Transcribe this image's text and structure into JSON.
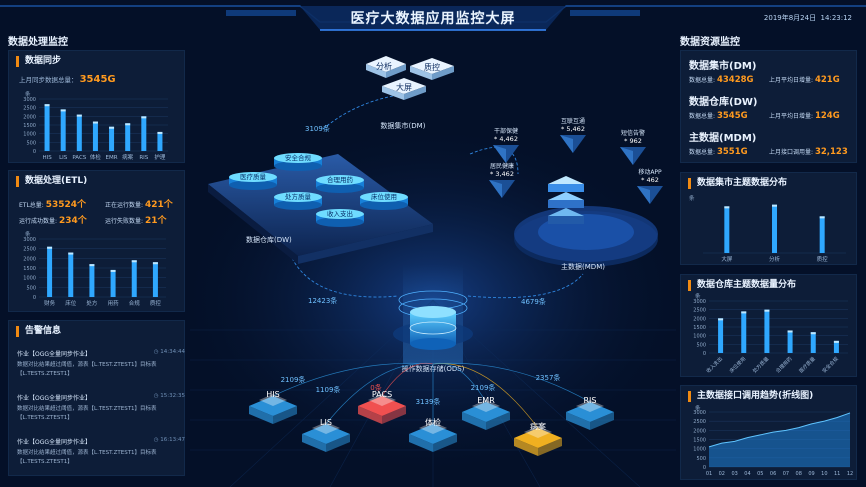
{
  "header": {
    "title": "医疗大数据应用监控大屏",
    "date": "2019年8月24日",
    "time": "14:23:12"
  },
  "left": {
    "section_title": "数据处理监控",
    "sync": {
      "title": "数据同步",
      "summary_label": "上月同步数据总量：",
      "summary_value": "3545G",
      "unit_label": "条",
      "y_ticks": [
        "3000",
        "2500",
        "2000",
        "1500",
        "1000",
        "500",
        "0"
      ],
      "categories": [
        "HIS",
        "LIS",
        "PACS",
        "体检",
        "EMR",
        "病案",
        "RIS",
        "护理"
      ],
      "values": [
        2700,
        2400,
        2100,
        1700,
        1400,
        1600,
        2000,
        1100
      ]
    },
    "etl": {
      "title": "数据处理(ETL)",
      "total_label": "ETL总量:",
      "total_value": "53524个",
      "running_label": "正在运行数量:",
      "running_value": "421个",
      "success_label": "运行成功数量:",
      "success_value": "234个",
      "fail_label": "运行失败数量:",
      "fail_value": "21个",
      "unit_label": "条",
      "y_ticks": [
        "3000",
        "2500",
        "2000",
        "1500",
        "1000",
        "500",
        "0"
      ],
      "categories": [
        "财务",
        "床位",
        "处方",
        "用药",
        "合规",
        "质控"
      ],
      "values": [
        2600,
        2300,
        1700,
        1400,
        1900,
        1800
      ]
    },
    "alerts": {
      "title": "告警信息",
      "items": [
        {
          "title": "作业【OGG全量同步作业】",
          "time": "14:34:44",
          "body": "数据对比结果超过阈值，源表【L.TEST.ZTEST1】目标表【L.TESTS.ZTEST1】"
        },
        {
          "title": "作业【OGG全量同步作业】",
          "time": "15:32:35",
          "body": "数据对比结果超过阈值，源表【L.TEST.ZTEST1】目标表【L.TESTS.ZTEST1】"
        },
        {
          "title": "作业【OGG全量同步作业】",
          "time": "16:13:47",
          "body": "数据对比结果超过阈值，源表【L.TEST.ZTEST1】目标表【L.TESTS.ZTEST1】"
        }
      ]
    }
  },
  "center": {
    "dm_blocks": [
      "分析",
      "质控",
      "大屏"
    ],
    "dm_label": "数据集市(DM)",
    "dw_label": "数据仓库(DW)",
    "dw_blocks": [
      "安全合规",
      "医疗质量",
      "合理用药",
      "处方质量",
      "床位使用",
      "收入支出"
    ],
    "mdm_label": "主数据(MDM)",
    "mdm_items": [
      {
        "label": "干部保健",
        "value": "4,462"
      },
      {
        "label": "互联互通",
        "value": "5,462"
      },
      {
        "label": "短信告警",
        "value": "962"
      },
      {
        "label": "居民健康",
        "value": "3,462"
      },
      {
        "label": "移动APP",
        "value": "462"
      }
    ],
    "ods_label": "操作数据存储(ODS)",
    "flow_labels": {
      "to_dm": "3109条",
      "to_dw": "12423条",
      "to_mdm": "4679条"
    },
    "sources": [
      {
        "name": "HIS",
        "count": "2109条"
      },
      {
        "name": "LIS",
        "count": "1109条"
      },
      {
        "name": "PACS",
        "count": "0条"
      },
      {
        "name": "体检",
        "count": "3139条"
      },
      {
        "name": "EMR",
        "count": "2109条"
      },
      {
        "name": "病案",
        "count": ""
      },
      {
        "name": "RIS",
        "count": "2357条"
      }
    ],
    "colors": {
      "normal": "#2a8fd6",
      "error": "#f05050",
      "warn": "#f0b020"
    }
  },
  "right": {
    "section_title": "数据资源监控",
    "summary": [
      {
        "title": "数据集市(DM)",
        "a_label": "数据总量:",
        "a_value": "43428G",
        "b_label": "上月平均日增量:",
        "b_value": "421G"
      },
      {
        "title": "数据仓库(DW)",
        "a_label": "数据总量:",
        "a_value": "3545G",
        "b_label": "上月平均日增量:",
        "b_value": "124G"
      },
      {
        "title": "主数据(MDM)",
        "a_label": "数据总量:",
        "a_value": "3551G",
        "b_label": "上月接口调用量:",
        "b_value": "32,123"
      }
    ],
    "dm_dist": {
      "title": "数据集市主题数据分布",
      "unit_label": "条",
      "categories": [
        "大屏",
        "分析",
        "质控"
      ],
      "values": [
        2800,
        2900,
        2200
      ],
      "ylim": [
        0,
        3000
      ]
    },
    "dw_dist": {
      "title": "数据仓库主题数据量分布",
      "unit_label": "条",
      "y_ticks": [
        "3000",
        "2500",
        "2000",
        "1500",
        "1000",
        "500",
        "0"
      ],
      "categories": [
        "收入支出",
        "床位使用",
        "处方质量",
        "合理用药",
        "医疗质量",
        "安全合规"
      ],
      "values": [
        2000,
        2400,
        2500,
        1300,
        1200,
        700
      ]
    },
    "trend": {
      "title": "主数据接口调用趋势(折线图)",
      "unit_label": "条",
      "y_ticks": [
        "3000",
        "2500",
        "2000",
        "1500",
        "1000",
        "500",
        "0"
      ],
      "x_labels": [
        "01",
        "02",
        "03",
        "04",
        "05",
        "06",
        "07",
        "08",
        "09",
        "10",
        "11",
        "12"
      ],
      "values": [
        1100,
        1300,
        1400,
        1600,
        1750,
        1900,
        2000,
        2150,
        2350,
        2500,
        2700,
        2950
      ]
    }
  },
  "chart_data": [
    {
      "type": "bar",
      "title": "数据同步",
      "categories": [
        "HIS",
        "LIS",
        "PACS",
        "体检",
        "EMR",
        "病案",
        "RIS",
        "护理"
      ],
      "values": [
        2700,
        2400,
        2100,
        1700,
        1400,
        1600,
        2000,
        1100
      ],
      "ylabel": "条",
      "ylim": [
        0,
        3000
      ]
    },
    {
      "type": "bar",
      "title": "数据处理(ETL)",
      "categories": [
        "财务",
        "床位",
        "处方",
        "用药",
        "合规",
        "质控"
      ],
      "values": [
        2600,
        2300,
        1700,
        1400,
        1900,
        1800
      ],
      "ylabel": "条",
      "ylim": [
        0,
        3000
      ]
    },
    {
      "type": "bar",
      "title": "数据集市主题数据分布",
      "categories": [
        "大屏",
        "分析",
        "质控"
      ],
      "values": [
        2800,
        2900,
        2200
      ],
      "ylabel": "条",
      "ylim": [
        0,
        3000
      ]
    },
    {
      "type": "bar",
      "title": "数据仓库主题数据量分布",
      "categories": [
        "收入支出",
        "床位使用",
        "处方质量",
        "合理用药",
        "医疗质量",
        "安全合规"
      ],
      "values": [
        2000,
        2400,
        2500,
        1300,
        1200,
        700
      ],
      "ylabel": "条",
      "ylim": [
        0,
        3000
      ]
    },
    {
      "type": "area",
      "title": "主数据接口调用趋势(折线图)",
      "x": [
        "01",
        "02",
        "03",
        "04",
        "05",
        "06",
        "07",
        "08",
        "09",
        "10",
        "11",
        "12"
      ],
      "values": [
        1100,
        1300,
        1400,
        1600,
        1750,
        1900,
        2000,
        2150,
        2350,
        2500,
        2700,
        2950
      ],
      "ylabel": "条",
      "ylim": [
        0,
        3000
      ]
    }
  ]
}
